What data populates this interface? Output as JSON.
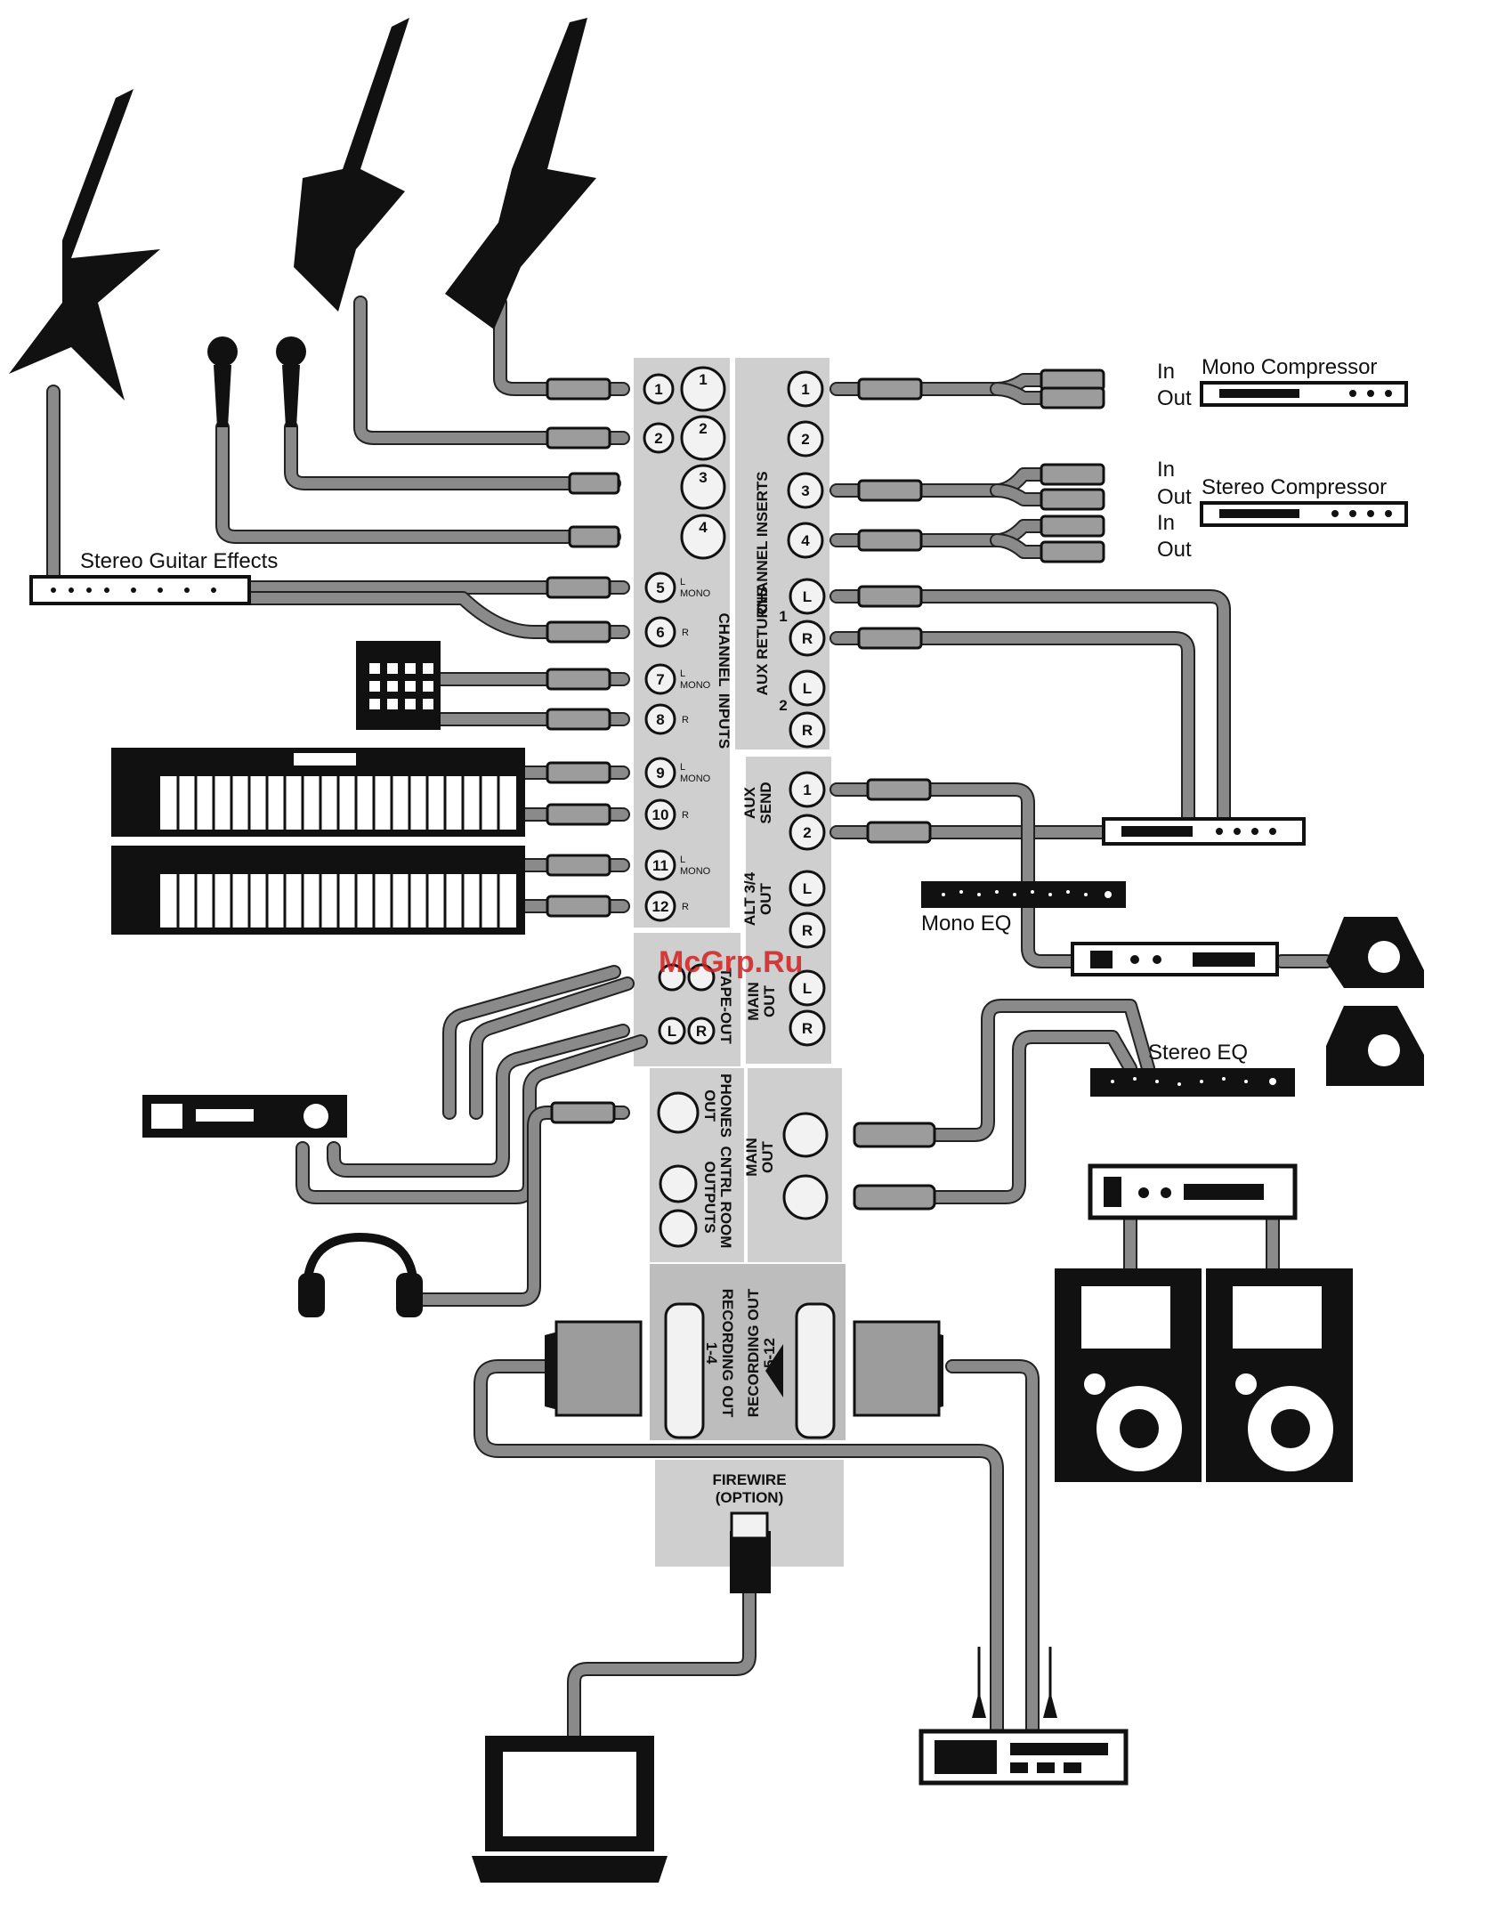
{
  "watermark": "McGrp.Ru",
  "devices": {
    "mono_compressor": "Mono Compressor",
    "stereo_compressor": "Stereo Compressor",
    "stereo_guitar_effects": "Stereo Guitar Effects",
    "mono_eq": "Mono EQ",
    "stereo_eq": "Stereo EQ"
  },
  "io_labels": {
    "in": "In",
    "out": "Out"
  },
  "sections": {
    "channel_inserts": "CHANNEL INSERTS",
    "channel_inputs_1": "CHANNEL",
    "channel_inputs_2": "INPUTS",
    "aux_returns": "AUX RETURNS",
    "aux_returns_1": "1",
    "aux_returns_2": "2",
    "aux_send_1": "AUX",
    "aux_send_2": "SEND",
    "alt_out_1": "ALT 3/4",
    "alt_out_2": "OUT",
    "tape_out": "TAPE-OUT",
    "main_out_rca_1": "MAIN",
    "main_out_rca_2": "OUT",
    "phones_1": "PHONES",
    "phones_2": "OUT",
    "main_out_xlr_1": "MAIN",
    "main_out_xlr_2": "OUT",
    "control_room_1": "CNTRL ROOM",
    "control_room_2": "OUTPUTS",
    "rec_out_a_1": "RECORDING OUT",
    "rec_out_a_2": "1-4",
    "rec_out_b_1": "RECORDING OUT",
    "rec_out_b_2": "5-12",
    "firewire_1": "FIREWIRE",
    "firewire_2": "(OPTION)"
  },
  "channel_inputs": [
    "1",
    "2",
    "3",
    "4",
    "5",
    "6",
    "7",
    "8",
    "9",
    "10",
    "11",
    "12"
  ],
  "channel_side": [
    "L",
    "MONO",
    "R",
    "L",
    "MONO",
    "R",
    "L",
    "MONO",
    "R",
    "L",
    "MONO",
    "R"
  ],
  "channel_inserts": [
    "1",
    "2",
    "3",
    "4"
  ],
  "xlr_numbers": [
    "1",
    "2",
    "3",
    "4"
  ],
  "aux_returns": [
    "L",
    "R",
    "L",
    "R"
  ],
  "aux_send": [
    "1",
    "2"
  ],
  "alt_out": [
    "L",
    "R"
  ],
  "main_rca": [
    "L",
    "R"
  ],
  "tape_out": [
    "L",
    "R"
  ]
}
